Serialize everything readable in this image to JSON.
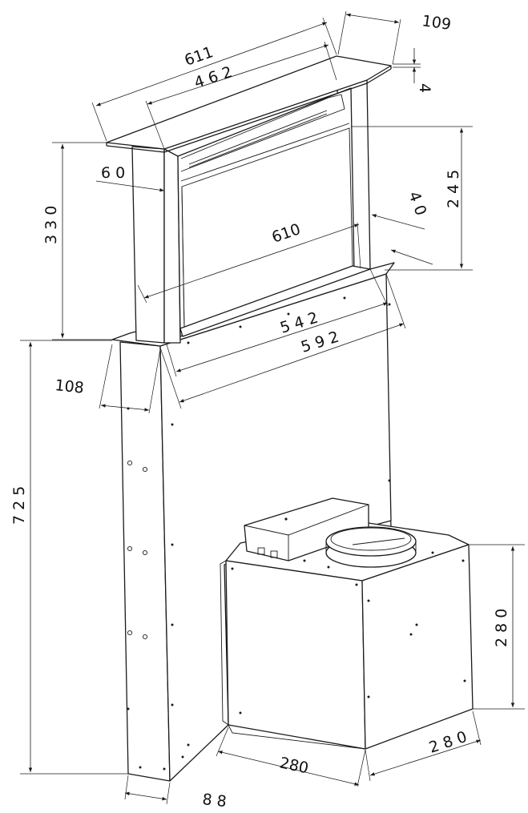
{
  "dimensions": {
    "top_width": "611",
    "inner_width_top": "4 6 2",
    "depth_top": "109",
    "top_thickness": "4",
    "panel_inset": "6 0",
    "total_height_upper": "3 3 0",
    "panel_height": "2 4 5",
    "panel_depth": "4 0",
    "front_width": "610",
    "inner_width_lower": "5 4 2",
    "body_width": "5 9 2",
    "column_depth": "108",
    "body_height": "7 2 5",
    "motor_height": "2 8 0",
    "motor_depth": "2 8 0",
    "motor_width": "280",
    "base_depth": "8 8"
  },
  "colors": {
    "line": "#1a1a1a",
    "background": "#ffffff"
  }
}
